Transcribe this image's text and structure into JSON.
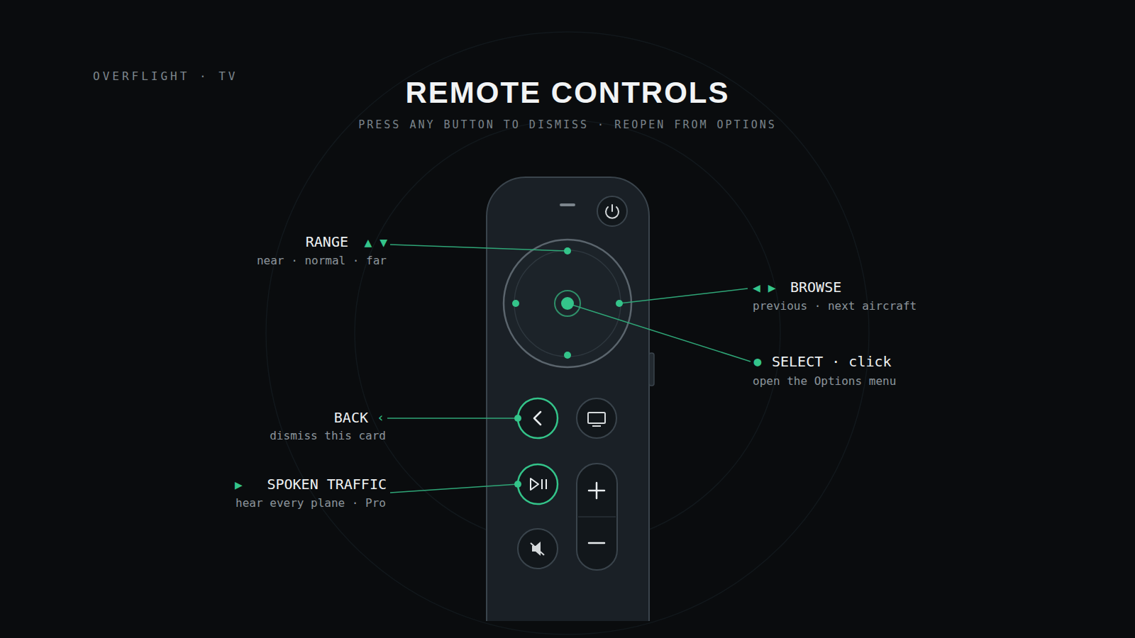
{
  "diagram": {
    "title": "REMOTE CONTROLS",
    "labels": [
      "OVERFLIGHT · TV",
      "PRESS ANY BUTTON TO DISMISS  ·  REOPEN FROM OPTIONS",
      "RANGE",
      "▲ ▼",
      "near · normal · far",
      "◀ ▶",
      "BROWSE",
      "previous · next aircraft",
      "●",
      "SELECT · click",
      "open the Options menu",
      "BACK",
      "‹",
      "dismiss this card",
      "▶",
      "SPOKEN TRAFFIC",
      "hear every plane · Pro"
    ]
  }
}
